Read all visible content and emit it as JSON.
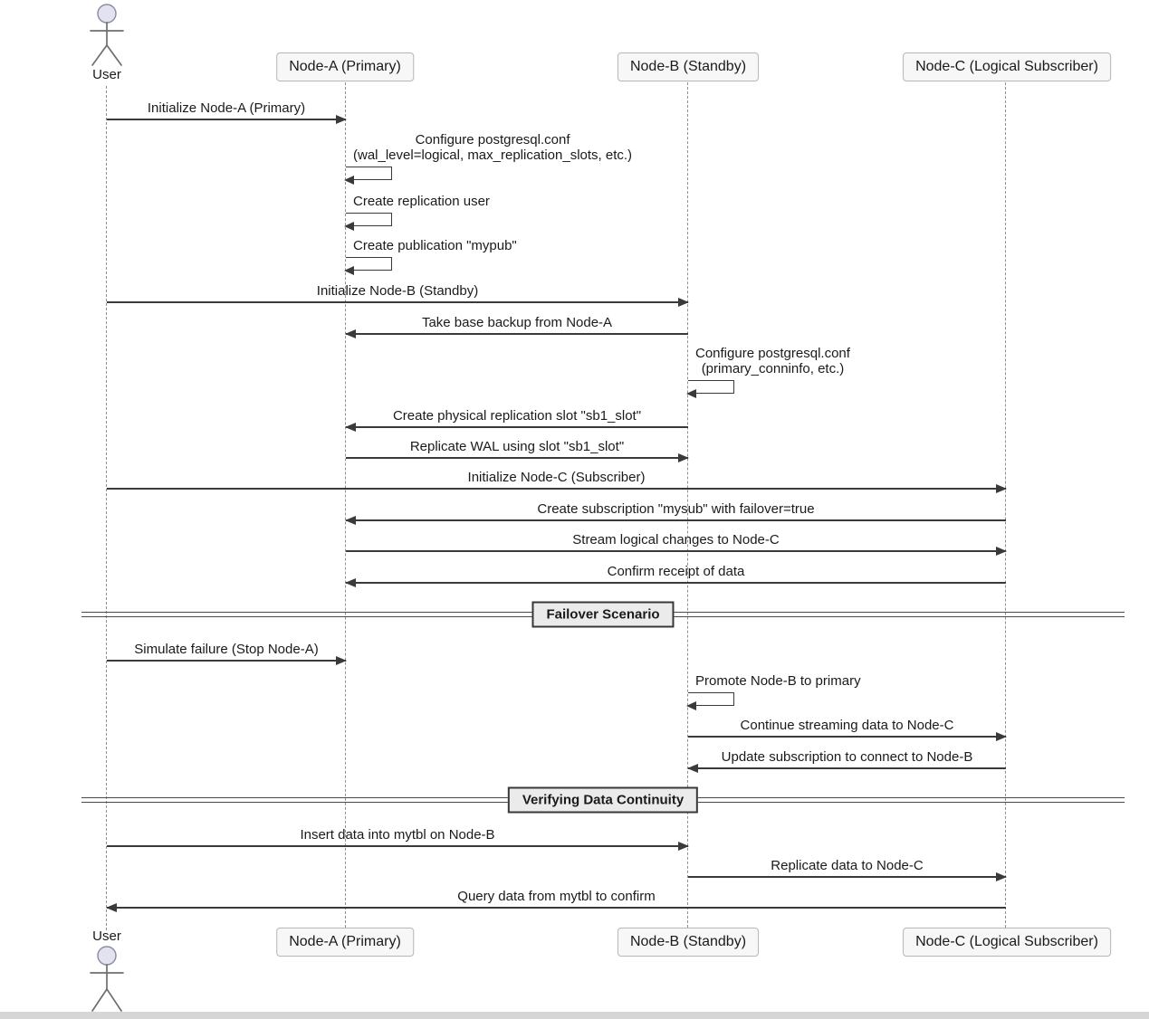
{
  "diagram": {
    "type": "uml-sequence",
    "actor": {
      "label": "User"
    },
    "participants": [
      {
        "id": "node-a",
        "label": "Node-A (Primary)"
      },
      {
        "id": "node-b",
        "label": "Node-B (Standby)"
      },
      {
        "id": "node-c",
        "label": "Node-C (Logical Subscriber)"
      }
    ],
    "dividers": [
      {
        "label": "Failover Scenario"
      },
      {
        "label": "Verifying Data Continuity"
      }
    ],
    "messages": [
      {
        "from": "User",
        "to": "Node-A",
        "label": "Initialize Node-A (Primary)"
      },
      {
        "from": "Node-A",
        "to": "Node-A",
        "label": "Configure postgresql.conf\n(wal_level=logical, max_replication_slots, etc.)"
      },
      {
        "from": "Node-A",
        "to": "Node-A",
        "label": "Create replication user"
      },
      {
        "from": "Node-A",
        "to": "Node-A",
        "label": "Create publication \"mypub\""
      },
      {
        "from": "User",
        "to": "Node-B",
        "label": "Initialize Node-B (Standby)"
      },
      {
        "from": "Node-B",
        "to": "Node-A",
        "label": "Take base backup from Node-A"
      },
      {
        "from": "Node-B",
        "to": "Node-B",
        "label": "Configure postgresql.conf\n(primary_conninfo, etc.)"
      },
      {
        "from": "Node-B",
        "to": "Node-A",
        "label": "Create physical replication slot \"sb1_slot\""
      },
      {
        "from": "Node-A",
        "to": "Node-B",
        "label": "Replicate WAL using slot \"sb1_slot\""
      },
      {
        "from": "User",
        "to": "Node-C",
        "label": "Initialize Node-C (Subscriber)"
      },
      {
        "from": "Node-C",
        "to": "Node-A",
        "label": "Create subscription \"mysub\" with failover=true"
      },
      {
        "from": "Node-A",
        "to": "Node-C",
        "label": "Stream logical changes to Node-C"
      },
      {
        "from": "Node-C",
        "to": "Node-A",
        "label": "Confirm receipt of data"
      },
      {
        "from": "User",
        "to": "Node-A",
        "label": "Simulate failure (Stop Node-A)"
      },
      {
        "from": "Node-B",
        "to": "Node-B",
        "label": "Promote Node-B to primary"
      },
      {
        "from": "Node-B",
        "to": "Node-C",
        "label": "Continue streaming data to Node-C"
      },
      {
        "from": "Node-C",
        "to": "Node-B",
        "label": "Update subscription to connect to Node-B"
      },
      {
        "from": "User",
        "to": "Node-B",
        "label": "Insert data into mytbl on Node-B"
      },
      {
        "from": "Node-B",
        "to": "Node-C",
        "label": "Replicate data to Node-C"
      },
      {
        "from": "Node-C",
        "to": "User",
        "label": "Query data from mytbl to confirm"
      }
    ],
    "colors": {
      "actor_head": "#e2e2f0",
      "participant_fill": "#f7f7f7",
      "participant_border": "#b8b8b8",
      "line": "#3a3a3a",
      "lifeline": "#909090",
      "divider_fill": "#ebebeb",
      "text": "#1a1a1a"
    }
  }
}
